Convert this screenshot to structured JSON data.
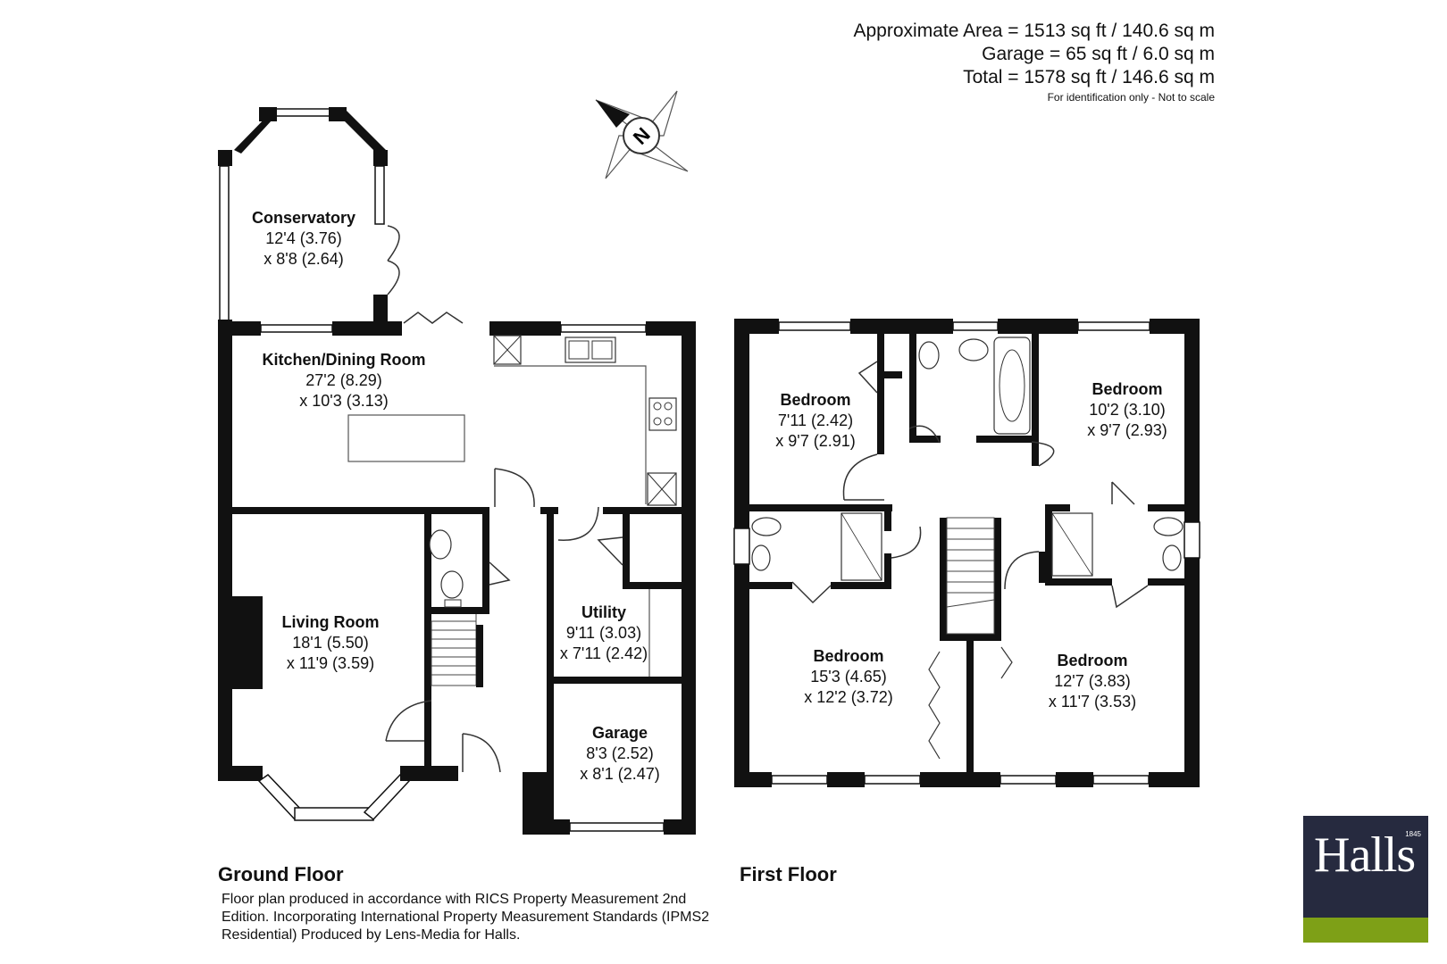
{
  "area": {
    "approx": "Approximate Area = 1513 sq ft / 140.6 sq m",
    "garage": "Garage = 65 sq ft / 6.0 sq m",
    "total": "Total = 1578 sq ft / 146.6 sq m",
    "note": "For identification only - Not to scale"
  },
  "compass": {
    "letter": "N"
  },
  "ground_floor": {
    "label": "Ground Floor",
    "rooms": {
      "conservatory": {
        "name": "Conservatory",
        "dim1": "12'4 (3.76)",
        "dim2": "x 8'8 (2.64)"
      },
      "kitchen": {
        "name": "Kitchen/Dining Room",
        "dim1": "27'2 (8.29)",
        "dim2": "x 10'3 (3.13)"
      },
      "living": {
        "name": "Living Room",
        "dim1": "18'1 (5.50)",
        "dim2": "x 11'9 (3.59)"
      },
      "utility": {
        "name": "Utility",
        "dim1": "9'11 (3.03)",
        "dim2": "x 7'11 (2.42)"
      },
      "garage": {
        "name": "Garage",
        "dim1": "8'3 (2.52)",
        "dim2": "x 8'1 (2.47)"
      }
    }
  },
  "first_floor": {
    "label": "First Floor",
    "rooms": {
      "bed1": {
        "name": "Bedroom",
        "dim1": "7'11 (2.42)",
        "dim2": "x 9'7 (2.91)"
      },
      "bed2": {
        "name": "Bedroom",
        "dim1": "10'2 (3.10)",
        "dim2": "x 9'7 (2.93)"
      },
      "bed3": {
        "name": "Bedroom",
        "dim1": "15'3 (4.65)",
        "dim2": "x 12'2 (3.72)"
      },
      "bed4": {
        "name": "Bedroom",
        "dim1": "12'7 (3.83)",
        "dim2": "x 11'7 (3.53)"
      }
    }
  },
  "footer": {
    "line1": "Floor plan produced in accordance with RICS Property Measurement 2nd",
    "line2": "Edition. Incorporating International Property Measurement Standards (IPMS2",
    "line3": "Residential) Produced by Lens-Media for Halls."
  },
  "logo": {
    "brand": "Halls",
    "year": "1845"
  },
  "colors": {
    "wall": "#111111",
    "logo_bg": "#262a3f",
    "logo_accent": "#7ea017"
  }
}
